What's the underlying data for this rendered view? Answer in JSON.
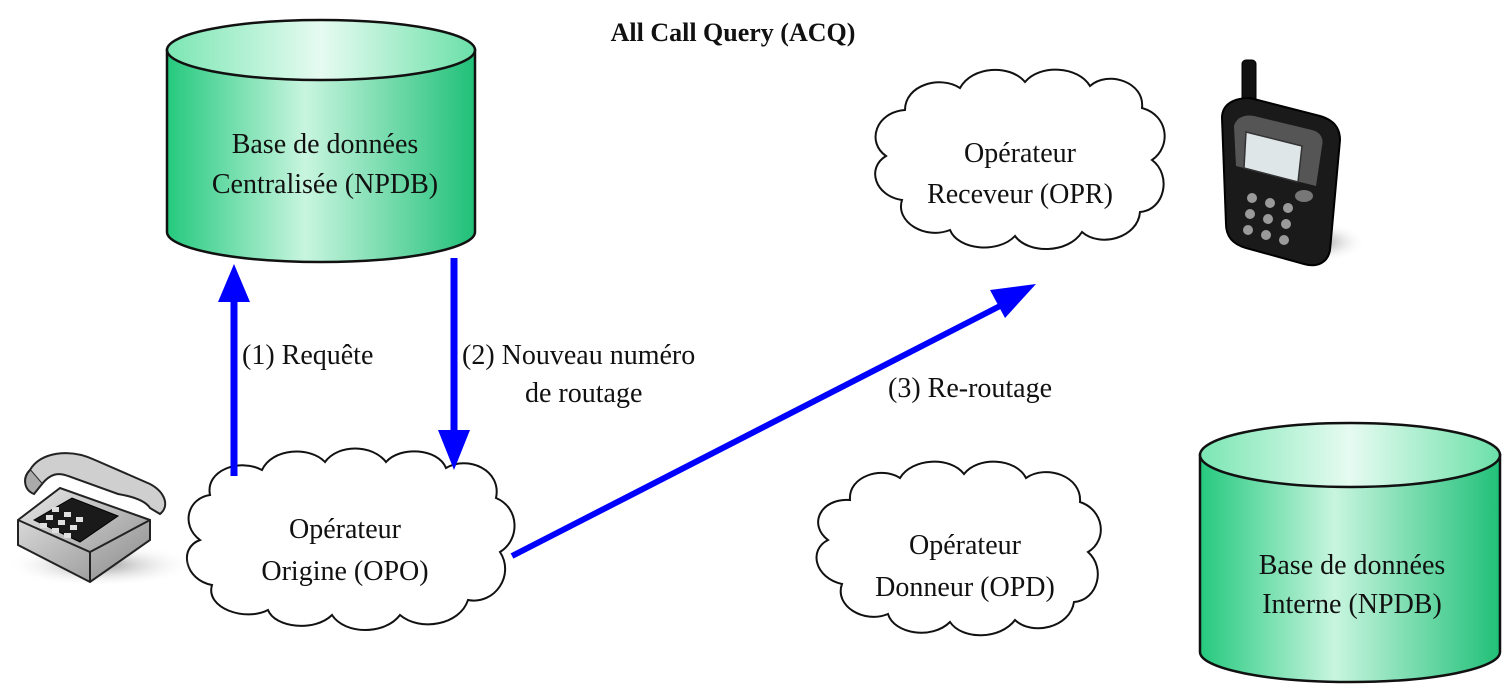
{
  "title": "All Call Query (ACQ)",
  "colors": {
    "db_top": "#2fd38a",
    "db_mid": "#bff2d9",
    "arrow": "#0000ff",
    "cloud_stroke": "#111111"
  },
  "nodes": {
    "central_db": {
      "line1": "Base de données",
      "line2": "Centralisée (NPDB)",
      "icon": "database-cylinder"
    },
    "internal_db": {
      "line1": "Base de données",
      "line2": "Interne (NPDB)",
      "icon": "database-cylinder"
    },
    "opo": {
      "line1": "Opérateur",
      "line2": "Origine (OPO)",
      "icon": "cloud"
    },
    "opr": {
      "line1": "Opérateur",
      "line2": "Receveur (OPR)",
      "icon": "cloud"
    },
    "opd": {
      "line1": "Opérateur",
      "line2": "Donneur (OPD)",
      "icon": "cloud"
    },
    "desk_phone": {
      "icon": "desk-phone-icon"
    },
    "mobile_phone": {
      "icon": "mobile-phone-icon"
    }
  },
  "edges": {
    "e1": {
      "label": "(1) Requête",
      "from": "opo",
      "to": "central_db"
    },
    "e2": {
      "label1": "(2)  Nouveau numéro",
      "label2": "de routage",
      "from": "central_db",
      "to": "opo"
    },
    "e3": {
      "label": "(3) Re-routage",
      "from": "opo",
      "to": "opr"
    }
  }
}
